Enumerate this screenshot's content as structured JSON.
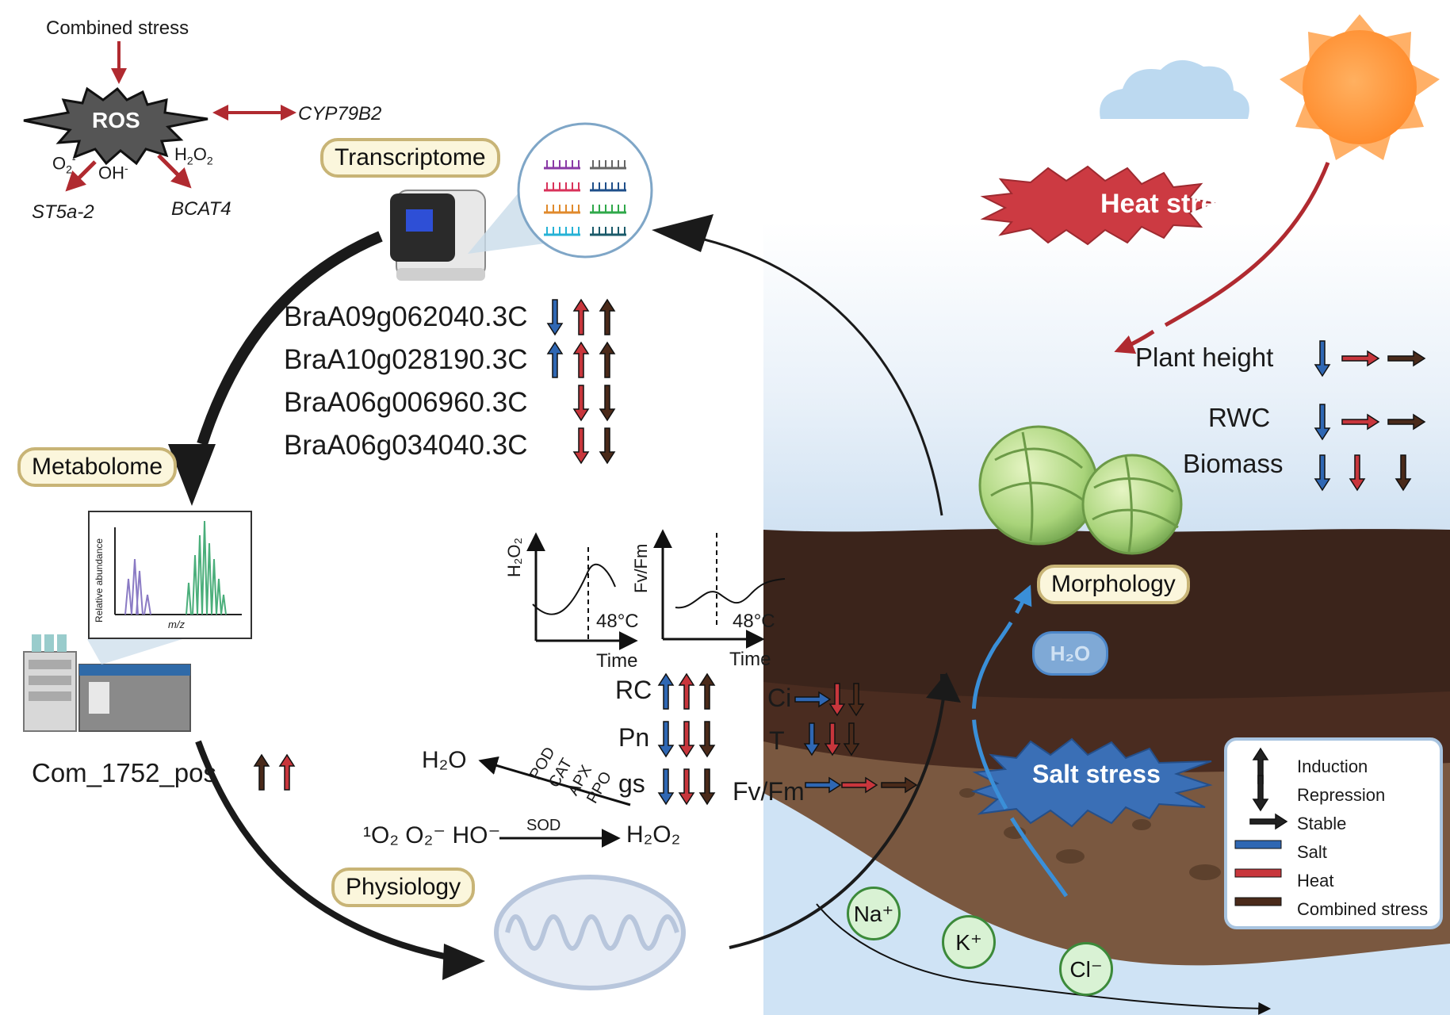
{
  "colors": {
    "salt": "#2f67b3",
    "heat": "#c8363c",
    "combined": "#4a2a1a",
    "label_border": "#c8b476",
    "label_fill": "#fbf6dc",
    "sky": "#d5e6f5",
    "soil_dark": "#3b241b"
  },
  "ros_panel": {
    "input_label": "Combined stress",
    "center_label": "ROS",
    "target_gene": "CYP79B2",
    "species": [
      "O",
      "OH",
      "H",
      "O"
    ],
    "gene_left": "ST5a-2",
    "gene_right": "BCAT4"
  },
  "omics_labels": {
    "transcriptome": "Transcriptome",
    "metabolome": "Metabolome",
    "physiology": "Physiology",
    "morphology": "Morphology"
  },
  "genes": [
    {
      "id": "BraA09g062040.3C",
      "salt": "down",
      "heat": "up",
      "combined": "up"
    },
    {
      "id": "BraA10g028190.3C",
      "salt": "up",
      "heat": "up",
      "combined": "up"
    },
    {
      "id": "BraA06g006960.3C",
      "salt": null,
      "heat": "down",
      "combined": "down"
    },
    {
      "id": "BraA06g034040.3C",
      "salt": null,
      "heat": "down",
      "combined": "down"
    }
  ],
  "metabolite": {
    "id": "Com_1752_pos",
    "combined": "up",
    "heat": "up"
  },
  "spectrum": {
    "ylabel": "Relative abundance",
    "xlabel": "m/z"
  },
  "mini_charts": [
    {
      "ylabel": "H₂O₂",
      "xlabel": "Time",
      "marker": "48°C"
    },
    {
      "ylabel": "Fv/Fm",
      "xlabel": "Time",
      "marker": "48°C"
    }
  ],
  "physiology": {
    "rows": [
      {
        "label": "RC",
        "salt": "up",
        "heat": "up",
        "combined": "up"
      },
      {
        "label": "Pn",
        "salt": "down",
        "heat": "down",
        "combined": "down"
      },
      {
        "label": "gs",
        "salt": "down",
        "heat": "down",
        "combined": "down"
      }
    ],
    "right_rows": [
      {
        "label": "Ci",
        "salt": "stable",
        "heat": "down",
        "combined": "down"
      },
      {
        "label": "T",
        "salt": "down",
        "heat": "down",
        "combined": "down"
      },
      {
        "label": "Fv/Fm",
        "salt": "stable",
        "heat": "stable",
        "combined": "stable"
      }
    ],
    "enzymes": [
      "POD",
      "CAT",
      "APX",
      "PPO"
    ],
    "water_product": "H₂O",
    "sod_label": "SOD",
    "ros_reactants": "¹O₂ O₂⁻ HO⁻",
    "h2o2_product": "H₂O₂"
  },
  "heat_panel": {
    "title": "Heat stress",
    "traits": [
      {
        "label": "Plant height",
        "salt": "down",
        "heat": "stable",
        "combined": "stable"
      },
      {
        "label": "RWC",
        "salt": "down",
        "heat": "stable",
        "combined": "stable"
      },
      {
        "label": "Biomass",
        "salt": "down",
        "heat": "down",
        "combined": "down"
      }
    ]
  },
  "salt_panel": {
    "title": "Salt stress",
    "water_label": "H₂O",
    "ions": [
      "Na⁺",
      "K⁺",
      "Cl⁻"
    ]
  },
  "legend": {
    "items": [
      {
        "label": "Induction",
        "kind": "up-arrow"
      },
      {
        "label": "Repression",
        "kind": "down-arrow"
      },
      {
        "label": "Stable",
        "kind": "right-arrow"
      },
      {
        "label": "Salt",
        "kind": "bar",
        "color": "#2f67b3"
      },
      {
        "label": "Heat",
        "kind": "bar",
        "color": "#c8363c"
      },
      {
        "label": "Combined stress",
        "kind": "bar",
        "color": "#4a2a1a"
      }
    ]
  }
}
